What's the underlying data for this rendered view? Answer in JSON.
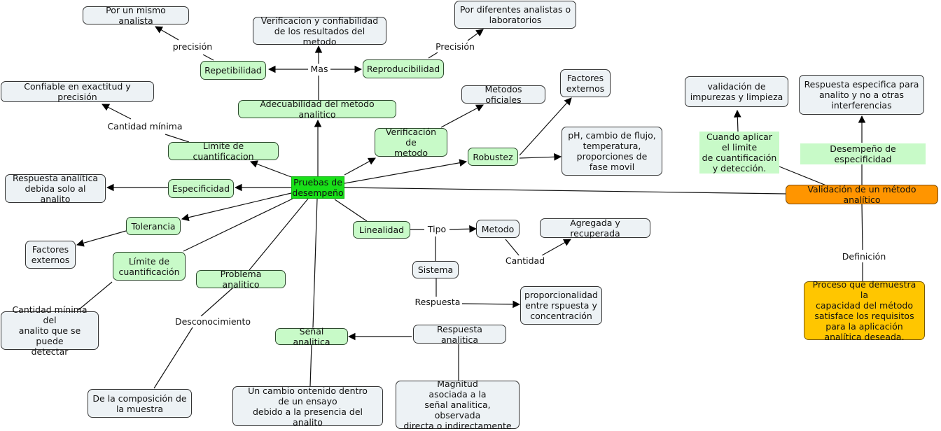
{
  "concept_map": {
    "root": "Pruebas de\ndesempeño",
    "validation": "Validación de un método analítico",
    "definition_label": "Definición",
    "definition": "Proceso que demuestra la\ncapacidad del método\nsatisface los requisitos\npara la aplicación\nanalítica deseada.",
    "cuando_label": "Cuando aplicar\nel limite\nde cuantificación\ny detección.",
    "validacion_impurezas": "validación de\nimpurezas y limpieza",
    "desempeno_label": "Desempeño de especificidad",
    "respuesta_especifica": "Respuesta especifica para\nanalito y no a otras\ninterferencias",
    "adecuabilidad": "Adecuabilidad del metodo analitico",
    "verificacion_confiabilidad": "Verificacion y confiabilidad\nde los resultados del metodo",
    "mas_label": "Mas",
    "repetibilidad": "Repetibilidad",
    "reproducibilidad": "Reproducibilidad",
    "precision_label_1": "precisión",
    "precision_label_2": "Precisión",
    "por_mismo": "Por un mismo analista",
    "por_diferentes": "Por diferentes analistas o\nlaboratorios",
    "limite_cuantificacion_1": "Limite de cuantificacion",
    "cantidad_minima_label": "Cantidad mínima",
    "confiable": "Confiable en exactitud y precisión",
    "especificidad": "Especificidad",
    "respuesta_analitica_debida": "Respuesta analítica\ndebida solo al analito",
    "tolerancia": "Tolerancia",
    "factores_externos_1": "Factores\nexternos",
    "limite_cuantificacion_2": "Límite de\ncuantificación",
    "cantidad_minima_detectar": "Cantidad mínima del\nanalito que se puede\ndetectar",
    "problema_analitico": "Problema analitico",
    "desconocimiento_label": "Desconocimiento",
    "composicion_muestra": "De la composición de\nla muestra",
    "senal_analitica": "Señal analitica",
    "un_cambio": "Un cambio ontenido dentro\nde un ensayo\ndebido a la presencia del analito",
    "respuesta_analitica": "Respuesta analitica",
    "magnitud": "Magnitud\nasociada a la\nseñal analitica, observada\ndirecta o indirectamente",
    "linealidad": "Linealidad",
    "tipo_label": "Tipo",
    "metodo": "Metodo",
    "cantidad_label": "Cantidad",
    "agregada": "Agregada y recuperada",
    "sistema": "Sistema",
    "respuesta_label": "Respuesta",
    "proporcionalidad": "proporcionalidad\nentre rspuesta y\nconcentración",
    "verificacion_metodo": "Verificación de\nmetodo",
    "metodos_oficiales": "Metodos oficiales",
    "robustez": "Robustez",
    "factores_externos_2": "Factores\nexternos",
    "ph_cambio": "pH, cambio de flujo,\ntemperatura,\nproporciones de\nfase movil"
  }
}
